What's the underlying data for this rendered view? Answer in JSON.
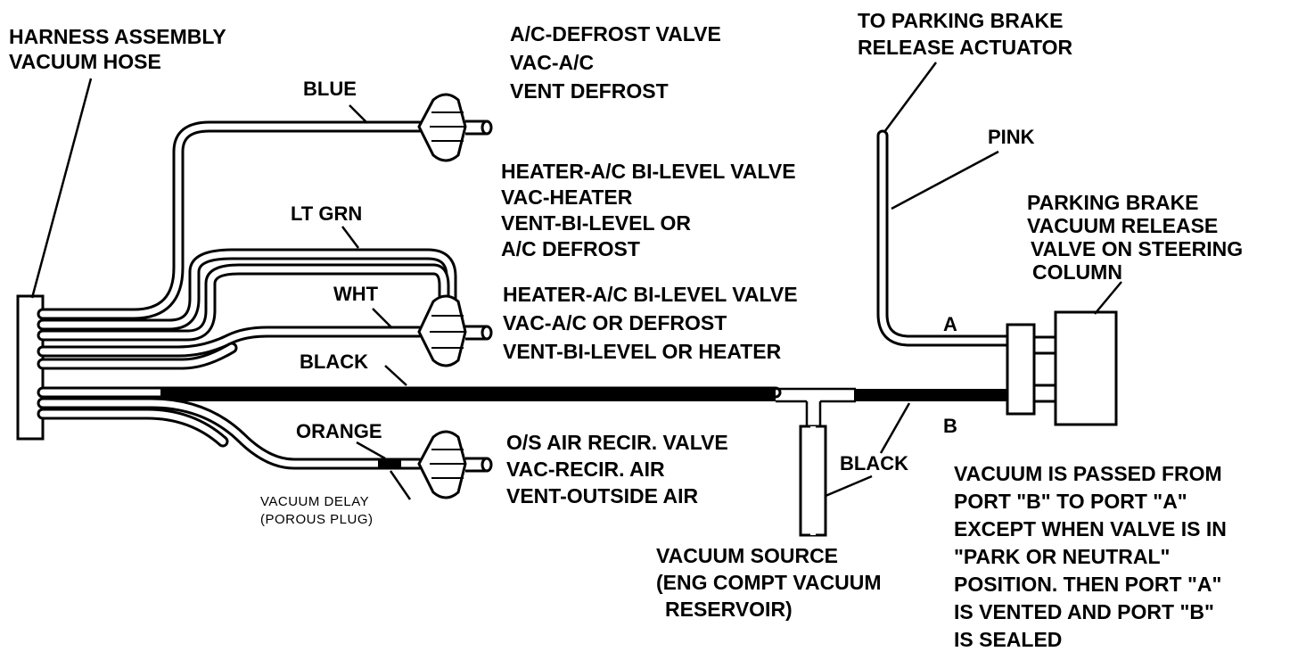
{
  "harness": {
    "line1": "HARNESS ASSEMBLY",
    "line2": "VACUUM HOSE"
  },
  "valves": {
    "ac_defrost": {
      "title": "A/C-DEFROST VALVE",
      "line2": "VAC-A/C",
      "line3": "VENT DEFROST"
    },
    "bilevel_heater": {
      "title": "HEATER-A/C BI-LEVEL VALVE",
      "line2": "VAC-HEATER",
      "line3": "VENT-BI-LEVEL OR",
      "line4": "A/C DEFROST"
    },
    "bilevel_ac": {
      "title": "HEATER-A/C BI-LEVEL VALVE",
      "line2": "VAC-A/C OR DEFROST",
      "line3": "VENT-BI-LEVEL OR HEATER"
    },
    "recirc": {
      "title": "O/S AIR RECIR. VALVE",
      "line2": "VAC-RECIR. AIR",
      "line3": "VENT-OUTSIDE AIR"
    }
  },
  "wires": {
    "blue": "BLUE",
    "lt_grn": "LT GRN",
    "wht": "WHT",
    "black_main": "BLACK",
    "orange": "ORANGE",
    "pink": "PINK",
    "black_source": "BLACK"
  },
  "delay": {
    "line1": "VACUUM DELAY",
    "line2": "(POROUS PLUG)"
  },
  "parking_brake": {
    "to_actuator_1": "TO PARKING BRAKE",
    "to_actuator_2": "RELEASE ACTUATOR",
    "valve_1": "PARKING BRAKE",
    "valve_2": "VACUUM RELEASE",
    "valve_3": "VALVE ON STEERING",
    "valve_4": "COLUMN",
    "port_a": "A",
    "port_b": "B"
  },
  "source": {
    "line1": "VACUUM SOURCE",
    "line2": "(ENG COMPT VACUUM",
    "line3": "RESERVOIR)"
  },
  "note": [
    "VACUUM IS PASSED FROM",
    "PORT \"B\" TO PORT \"A\"",
    "EXCEPT WHEN VALVE IS IN",
    "\"PARK OR NEUTRAL\"",
    "POSITION. THEN PORT \"A\"",
    "IS VENTED AND PORT  \"B\"",
    "IS SEALED"
  ]
}
